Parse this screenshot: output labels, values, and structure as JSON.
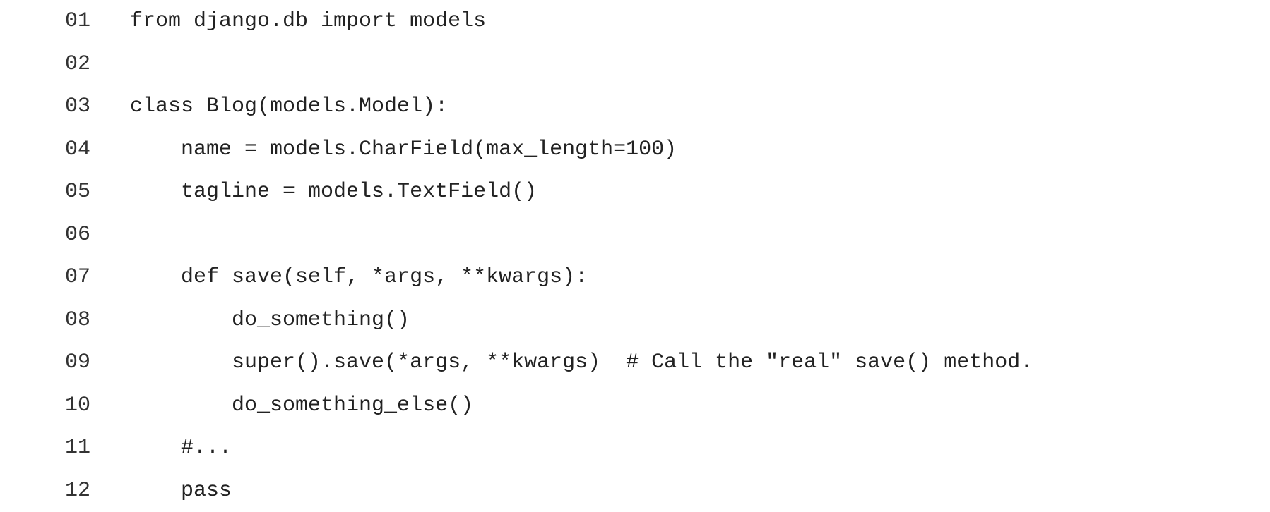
{
  "code": {
    "lines": [
      {
        "number": "01",
        "text": "from django.db import models"
      },
      {
        "number": "02",
        "text": ""
      },
      {
        "number": "03",
        "text": "class Blog(models.Model):"
      },
      {
        "number": "04",
        "text": "    name = models.CharField(max_length=100)"
      },
      {
        "number": "05",
        "text": "    tagline = models.TextField()"
      },
      {
        "number": "06",
        "text": ""
      },
      {
        "number": "07",
        "text": "    def save(self, *args, **kwargs):"
      },
      {
        "number": "08",
        "text": "        do_something()"
      },
      {
        "number": "09",
        "text": "        super().save(*args, **kwargs)  # Call the \"real\" save() method."
      },
      {
        "number": "10",
        "text": "        do_something_else()"
      },
      {
        "number": "11",
        "text": "    #..."
      },
      {
        "number": "12",
        "text": "    pass"
      }
    ]
  }
}
